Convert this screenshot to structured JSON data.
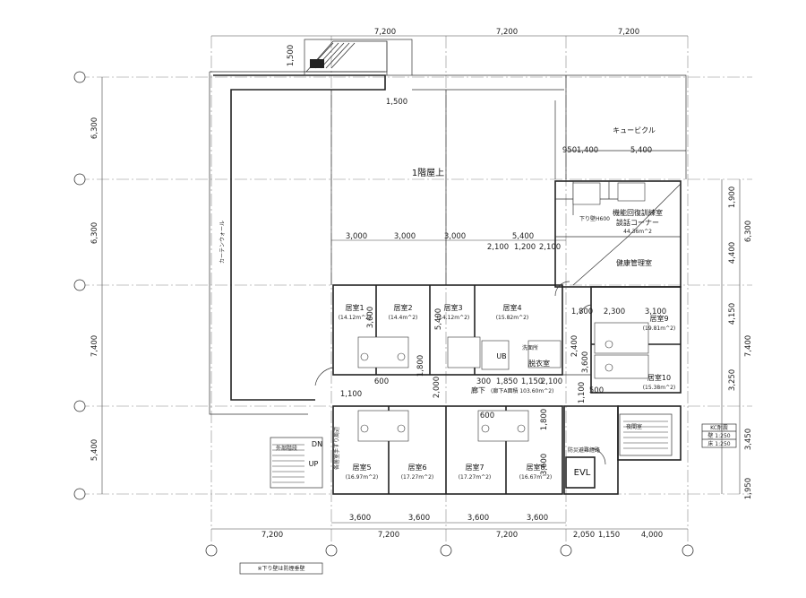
{
  "dims": {
    "top": [
      "7,200",
      "7,200",
      "7,200"
    ],
    "top_stair": "1,500",
    "top_stair_w": "1,500",
    "left": [
      "6,300",
      "6,300",
      "7,400",
      "5,400"
    ],
    "right": [
      "1,900",
      "6,300",
      "4,400",
      "4,150",
      "7,400",
      "3,250",
      "3,450",
      "1,950"
    ],
    "bottom_inner": [
      "3,600",
      "3,600",
      "3,600",
      "3,600"
    ],
    "bottom_outer": [
      "7,200",
      "7,200",
      "7,200",
      "2,050",
      "1,150",
      "4,000"
    ],
    "mid_row": [
      "3,000",
      "3,000",
      "3,000",
      "5,400"
    ],
    "mid_row2": [
      "2,100",
      "1,200",
      "2,100"
    ],
    "cubicle_row": [
      "950",
      "1,400",
      "5,400"
    ],
    "right_rooms": [
      "2,300",
      "3,100",
      "1,800"
    ],
    "vert_small": [
      "3,600",
      "1,800",
      "5,400",
      "2,400",
      "3,600",
      "2,000",
      "1,100",
      "1,800",
      "3,600"
    ],
    "corridor_row": [
      "1,100",
      "600",
      "300",
      "1,850",
      "1,150",
      "2,100",
      "600",
      "500"
    ],
    "corridor_text": "廊下"
  },
  "labels": {
    "roof": "1階屋上",
    "cubicle": "キュービクル",
    "machine_room": "機能回復訓練室",
    "chat_corner": "談話コーナー",
    "machine_area": "44.36m^2",
    "health": "健康管理室",
    "evl": "EVL",
    "undo_title": "脱衣室",
    "ub": "UB",
    "footnote": "※下り壁は防煙垂壁",
    "parapet": "カーテンウォール",
    "stair_up": "UP",
    "stair_dn": "DN",
    "stair_down_small": "外部階段",
    "washroom": "洗面所",
    "corridor_area": "(廊下A面積 103.60m^2)",
    "down_wall": "下り壁H600",
    "warning_sign": "防災避難経路",
    "night_room": "夜間室"
  },
  "rooms": [
    {
      "name": "居室1",
      "area": "(14.12m^2)"
    },
    {
      "name": "居室2",
      "area": "(14.4m^2)"
    },
    {
      "name": "居室3",
      "area": "(14.12m^2)"
    },
    {
      "name": "居室4",
      "area": "(15.82m^2)"
    },
    {
      "name": "居室5",
      "area": "(16.97m^2)"
    },
    {
      "name": "居室6",
      "area": "(17.27m^2)"
    },
    {
      "name": "居室7",
      "area": "(17.27m^2)"
    },
    {
      "name": "居室8",
      "area": "(16.67m^2)"
    },
    {
      "name": "居室9",
      "area": "(19.81m^2)"
    },
    {
      "name": "居室10",
      "area": "(15.38m^2)"
    }
  ],
  "legend": {
    "title": "KC耐震",
    "line1": "壁 1:250",
    "line2": "床 1:250"
  },
  "side_note": "各居室手すり周辺"
}
